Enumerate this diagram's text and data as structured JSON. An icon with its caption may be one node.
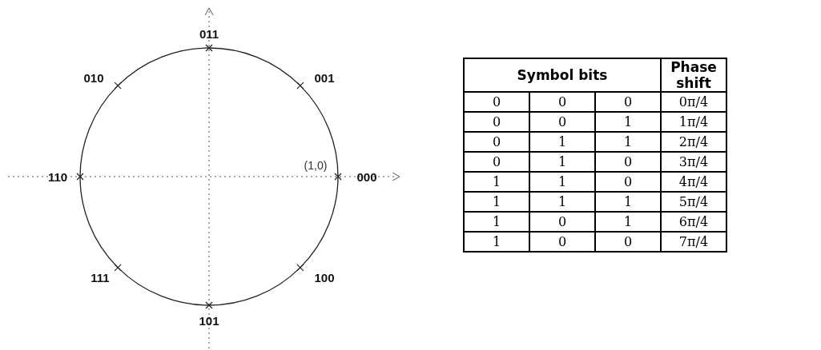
{
  "diagram": {
    "labels": [
      "011",
      "010",
      "001",
      "(1,0)",
      "110",
      "000",
      "111",
      "100",
      "101",
      "Symbol bits",
      "Phase shift",
      "0",
      "0",
      "0",
      "0π/4",
      "0",
      "0",
      "1",
      "1π/4",
      "0",
      "1",
      "1",
      "2π/4",
      "0",
      "1",
      "0",
      "3π/4",
      "1",
      "1",
      "0",
      "4π/4",
      "1",
      "1",
      "1",
      "5π/4",
      "1",
      "0",
      "1",
      "6π/4",
      "1",
      "0",
      "0",
      "7π/4"
    ]
  }
}
